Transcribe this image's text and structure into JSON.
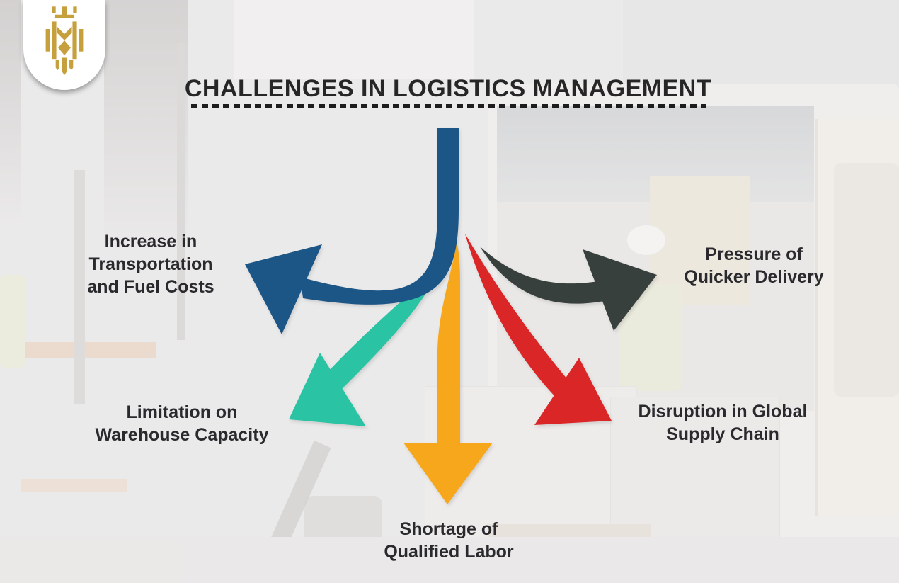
{
  "header": {
    "title": "CHALLENGES IN LOGISTICS MANAGEMENT"
  },
  "brand": {
    "logo_icon": "gold-lion-crest"
  },
  "challenges": [
    {
      "position": "left",
      "label": "Increase in\nTransportation\nand Fuel Costs",
      "color": "#1d5787"
    },
    {
      "position": "right",
      "label": "Pressure of\nQuicker Delivery",
      "color": "#37403c"
    },
    {
      "position": "bottom-left",
      "label": "Limitation on\nWarehouse Capacity",
      "color": "#2cc3a3"
    },
    {
      "position": "bottom-center",
      "label": "Shortage of\nQualified Labor",
      "color": "#f6a71b"
    },
    {
      "position": "bottom-right",
      "label": "Disruption in Global\nSupply Chain",
      "color": "#da2728"
    }
  ],
  "colors": {
    "background": "#e9e8e8",
    "label_text": "#2a2a2e",
    "title_text": "#262627",
    "underline": "#1d1d1d",
    "logo_gold": "#c5a03c"
  }
}
